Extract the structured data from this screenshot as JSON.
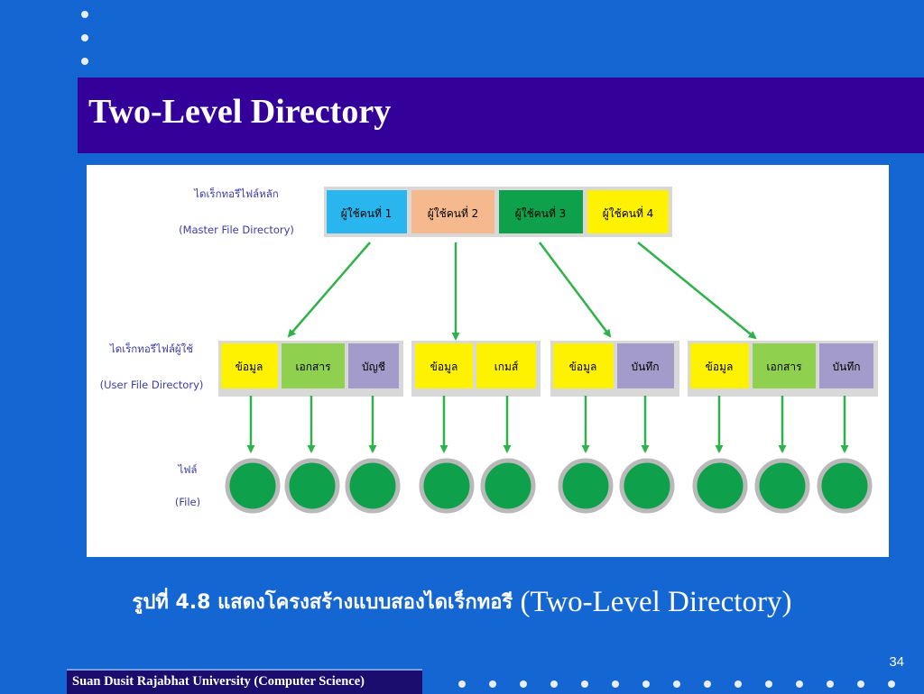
{
  "slide": {
    "title": "Two-Level Directory",
    "caption_thai": "รูปที่ 4.8 แสดงโครงสร้างแบบสองไดเร็กทอรี",
    "caption_english": "(Two-Level Directory)",
    "page_number": "34",
    "footer": "Suan Dusit Rajabhat University (Computer Science)"
  },
  "diagram": {
    "levels": {
      "master_label_thai": "ไดเร็กทอรีไฟล์หลัก",
      "master_label_en": "(Master File Directory)",
      "user_label_thai": "ไดเร็กทอรีไฟล์ผู้ใช้",
      "user_label_en": "(User File Directory)",
      "file_label_thai": "ไฟล์",
      "file_label_en": "(File)"
    },
    "master_entries": [
      "ผู้ใช้คนที่ 1",
      "ผู้ใช้คนที่ 2",
      "ผู้ใช้คนที่ 3",
      "ผู้ใช้คนที่ 4"
    ],
    "user_directories": [
      [
        "ข้อมูล",
        "เอกสาร",
        "บัญชี"
      ],
      [
        "ข้อมูล",
        "เกมส์"
      ],
      [
        "ข้อมูล",
        "บันทึก"
      ],
      [
        "ข้อมูล",
        "เอกสาร",
        "บันทึก"
      ]
    ],
    "colors": {
      "user1": "#29b6ef",
      "user2": "#f6b98d",
      "user3": "#0ea04b",
      "user4": "#fff200",
      "entry_yellow": "#fff200",
      "entry_green": "#8fd14f",
      "entry_purple": "#a39bc9",
      "arrow": "#2db34a",
      "file_node": "#0ea04b"
    }
  }
}
